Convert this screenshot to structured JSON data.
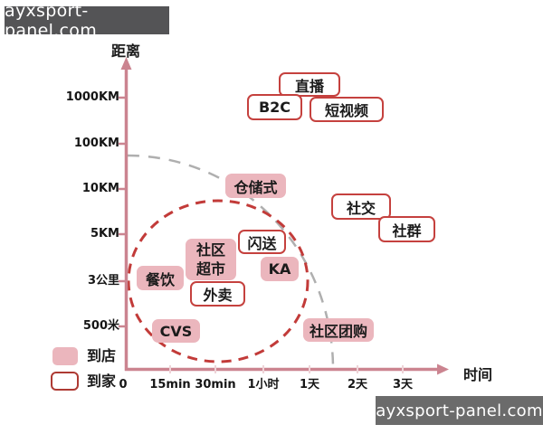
{
  "watermarks": {
    "top": "ayxsport-panel.com",
    "bottom": "ayxsport-panel.com"
  },
  "colors": {
    "axis": "#cb8490",
    "pink_fill": "#ebb6bd",
    "red_outline": "#c5413e",
    "red_dashed": "#c23b39",
    "gray_dashed": "#afafaf",
    "watermark_top_bg": "#545456",
    "watermark_bottom_bg": "#6b6b6b",
    "text": "#1b1b1b"
  },
  "chart_data": {
    "type": "scatter",
    "title": "",
    "x_axis": {
      "label": "时间",
      "ticks": [
        "0",
        "15min",
        "30min",
        "1小时",
        "1天",
        "2天",
        "3天"
      ]
    },
    "y_axis": {
      "label": "距离",
      "ticks": [
        "1000KM",
        "100KM",
        "10KM",
        "5KM",
        "3公里",
        "500米"
      ]
    },
    "legend": [
      {
        "label": "到店",
        "style": "filled",
        "color": "#ebb6bd"
      },
      {
        "label": "到家",
        "style": "outlined",
        "color": "#c5413e"
      }
    ],
    "items": [
      {
        "label": "直播",
        "category": "到家",
        "time": "1天",
        "distance": ">1000KM"
      },
      {
        "label": "B2C",
        "category": "到家",
        "time": "1小时-1天",
        "distance": "1000KM"
      },
      {
        "label": "短视频",
        "category": "到家",
        "time": "1天-2天",
        "distance": "1000KM"
      },
      {
        "label": "仓储式",
        "category": "到店",
        "time": "30min-1小时",
        "distance": "10KM"
      },
      {
        "label": "社交",
        "category": "到家",
        "time": "2天",
        "distance": "5KM-10KM"
      },
      {
        "label": "社群",
        "category": "到家",
        "time": "2天-3天",
        "distance": "5KM"
      },
      {
        "label": "闪送",
        "category": "到家",
        "time": "1小时",
        "distance": "5KM"
      },
      {
        "label": "社区超市",
        "category": "到店",
        "time": "30min",
        "distance": "3公里-5KM",
        "lines": [
          "社区",
          "超市"
        ]
      },
      {
        "label": "KA",
        "category": "到店",
        "time": "1小时",
        "distance": "3公里"
      },
      {
        "label": "餐饮",
        "category": "到店",
        "time": "15min",
        "distance": "3公里"
      },
      {
        "label": "外卖",
        "category": "到家",
        "time": "30min",
        "distance": "1-3公里"
      },
      {
        "label": "CVS",
        "category": "到店",
        "time": "15-30min",
        "distance": "500米"
      },
      {
        "label": "社区团购",
        "category": "到店",
        "time": "1天-2天",
        "distance": "500米"
      }
    ],
    "annotations": [
      {
        "shape": "dashed-red-ellipse",
        "meaning": "到家 cluster boundary"
      },
      {
        "shape": "dashed-gray-arc",
        "meaning": "range arc from distance axis to time axis"
      }
    ]
  }
}
